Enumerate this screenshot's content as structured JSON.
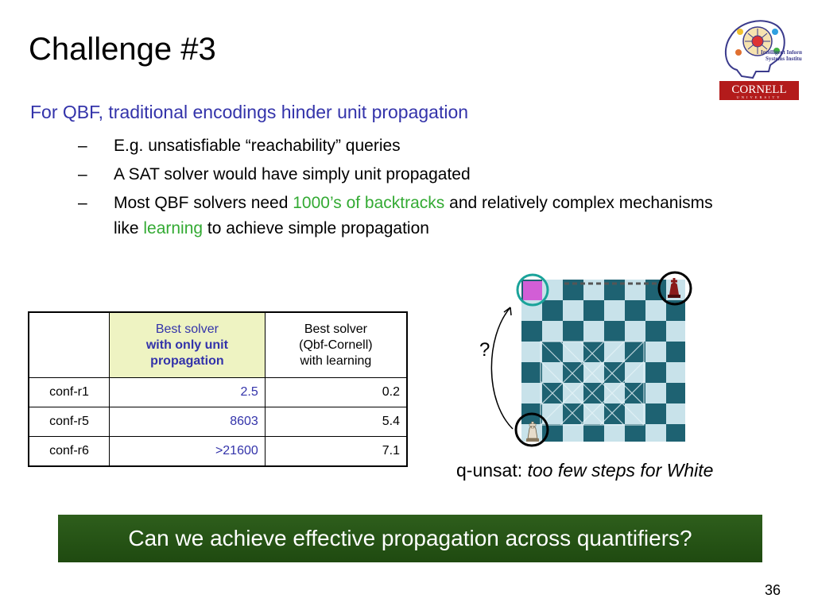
{
  "title": "Challenge #3",
  "logo": {
    "line1": "Intelligent Information",
    "line2": "Systems Institute",
    "cornell": "CORNELL",
    "university": "UNIVERSITY"
  },
  "lead": "For QBF, traditional encodings hinder unit propagation",
  "bullets": [
    {
      "dash": "–",
      "text": "E.g. unsatisfiable “reachability” queries"
    },
    {
      "dash": "–",
      "text": "A SAT solver would have simply unit propagated"
    },
    {
      "dash": "–",
      "pre": "Most QBF solvers need ",
      "hl1": "1000’s of backtracks",
      "mid": " and relatively complex mechanisms like ",
      "hl2": "learning",
      "post": " to achieve simple propagation"
    }
  ],
  "table": {
    "headers": {
      "col1_line1": "Best solver",
      "col1_line2": "with only unit",
      "col1_line3": "propagation",
      "col2_line1": "Best solver",
      "col2_line2": "(Qbf-Cornell)",
      "col2_line3": "with learning"
    },
    "rows": [
      {
        "label": "conf-r1",
        "unit": "2.5",
        "learning": "0.2"
      },
      {
        "label": "conf-r5",
        "unit": "8603",
        "learning": "5.4"
      },
      {
        "label": "conf-r6",
        "unit": ">21600",
        "learning": "7.1"
      }
    ]
  },
  "board": {
    "question_mark": "?"
  },
  "caption": {
    "prefix": "q-unsat: ",
    "italic": "too few steps for White"
  },
  "question": "Can we achieve effective propagation across quantifiers?",
  "page_number": "36",
  "colors": {
    "blue_text": "#3333aa",
    "green_highlight": "#33aa33",
    "banner": "#2e5e1c",
    "teal_circle": "#1aa39a",
    "cornell_red": "#b31b1b"
  }
}
